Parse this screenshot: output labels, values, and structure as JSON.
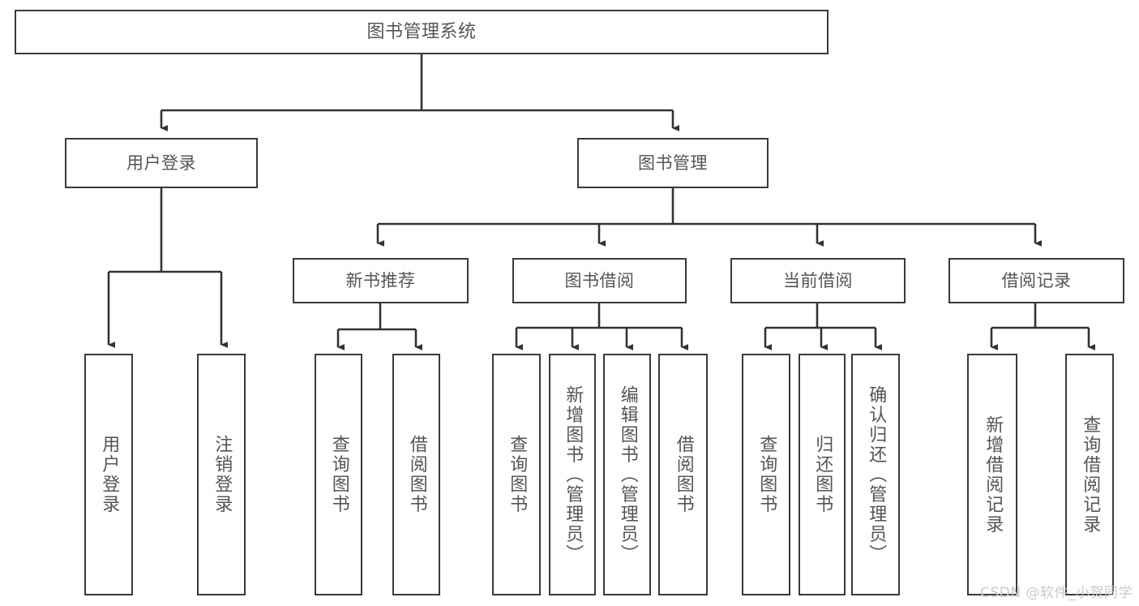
{
  "diagram": {
    "type": "tree-hierarchy",
    "title": "图书管理系统",
    "background_color": "#ffffff",
    "box_border_color": "#3a3a3a",
    "text_color": "#555555",
    "connector_color": "#333333",
    "root": {
      "id": "root",
      "label": "图书管理系统",
      "orientation": "horizontal"
    },
    "level2": [
      {
        "id": "user-login",
        "label": "用户登录",
        "orientation": "horizontal"
      },
      {
        "id": "book-management",
        "label": "图书管理",
        "orientation": "horizontal"
      }
    ],
    "level3": [
      {
        "id": "new-book-recommend",
        "label": "新书推荐",
        "orientation": "horizontal",
        "parent": "book-management"
      },
      {
        "id": "book-borrow",
        "label": "图书借阅",
        "orientation": "horizontal",
        "parent": "book-management"
      },
      {
        "id": "current-borrow",
        "label": "当前借阅",
        "orientation": "horizontal",
        "parent": "book-management"
      },
      {
        "id": "borrow-record",
        "label": "借阅记录",
        "orientation": "horizontal",
        "parent": "book-management"
      }
    ],
    "leaves": [
      {
        "id": "leaf-user-login",
        "label": "用户登录",
        "parent": "user-login"
      },
      {
        "id": "leaf-logout-login",
        "label": "注销登录",
        "parent": "user-login"
      },
      {
        "id": "leaf-query-book-1",
        "label": "查询图书",
        "parent": "new-book-recommend"
      },
      {
        "id": "leaf-borrow-book-1",
        "label": "借阅图书",
        "parent": "new-book-recommend"
      },
      {
        "id": "leaf-query-book-2",
        "label": "查询图书",
        "parent": "book-borrow"
      },
      {
        "id": "leaf-add-book",
        "label": "新增图书（管理员）",
        "parent": "book-borrow"
      },
      {
        "id": "leaf-edit-book",
        "label": "编辑图书（管理员）",
        "parent": "book-borrow"
      },
      {
        "id": "leaf-borrow-book-2",
        "label": "借阅图书",
        "parent": "book-borrow"
      },
      {
        "id": "leaf-query-book-3",
        "label": "查询图书",
        "parent": "current-borrow"
      },
      {
        "id": "leaf-return-book",
        "label": "归还图书",
        "parent": "current-borrow"
      },
      {
        "id": "leaf-confirm-return",
        "label": "确认归还（管理员）",
        "parent": "current-borrow"
      },
      {
        "id": "leaf-add-record",
        "label": "新增借阅记录",
        "parent": "borrow-record"
      },
      {
        "id": "leaf-query-record",
        "label": "查询借阅记录",
        "parent": "borrow-record"
      }
    ]
  },
  "watermark": {
    "text": "CSDN @软件_小贺同学"
  }
}
